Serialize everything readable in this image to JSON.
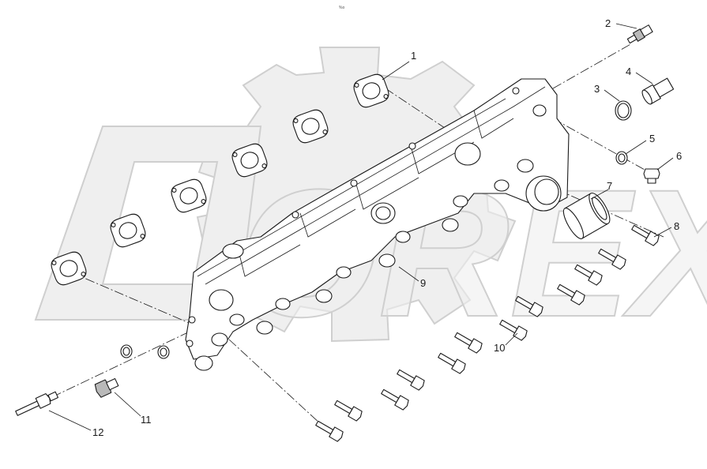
{
  "header_mark": "%o",
  "watermark_text": "OREX",
  "callouts": [
    "1",
    "2",
    "3",
    "4",
    "5",
    "6",
    "7",
    "8",
    "9",
    "10",
    "11",
    "12"
  ]
}
